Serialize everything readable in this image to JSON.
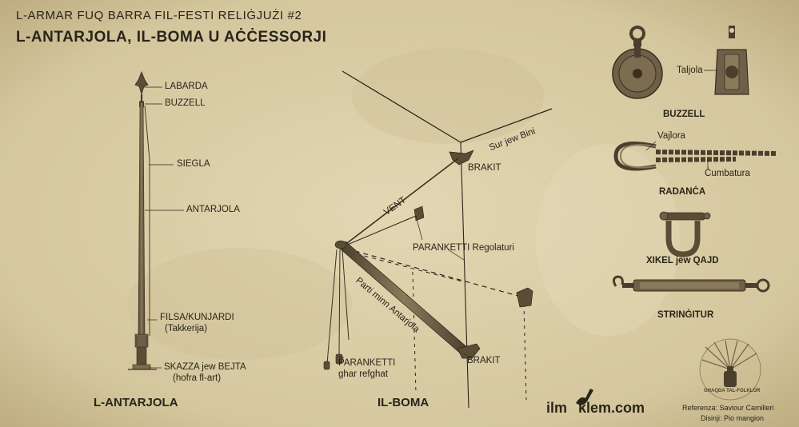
{
  "header": {
    "series": "L-ARMAR FUQ BARRA FIL-FESTI RELIĠJUŻI #2",
    "title": "L-ANTARJOLA, IL-BOMA U AĊĊESSORJI"
  },
  "antarjola": {
    "labels": {
      "labarda": "LABARDA",
      "buzzell": "BUZZELL",
      "siegla": "SIEGLA",
      "antarjola": "ANTARJOLA",
      "filsa_1": "FILSA/KUNJARDI",
      "filsa_2": "(Takkerija)",
      "skazza_1": "SKAZZA jew BEJTA",
      "skazza_2": "(hofra fl-art)"
    },
    "caption": "L-ANTARJOLA"
  },
  "boma": {
    "labels": {
      "sur": "Sur jew Bini",
      "brakit_top": "BRAKIT",
      "vent": "VENT",
      "paranketti_reg": "PARANKETTI Regolaturi",
      "parti": "Parti minn Antarjola",
      "paranketti_1": "PARANKETTI",
      "paranketti_2": "ghar refghat",
      "brakit_bottom": "BRAKIT"
    },
    "caption": "IL-BOMA"
  },
  "accessories": {
    "taljola": "Taljola",
    "buzzell": "BUZZELL",
    "vajlora": "Vajlora",
    "cumbatura": "Ċumbatura",
    "radanca": "RADANĊA",
    "xikel": "XIKEL jew QAJD",
    "stringitur": "STRINĠITUR"
  },
  "footer": {
    "site_a": "ilm",
    "site_b": "klem.com",
    "referenza": "Referenza: Saviour Camilleri",
    "disinji": "Disinji: Pio mangion",
    "logo_text": "GHAQDA TAL-FOLKLOR"
  },
  "colors": {
    "paper": "#d9cda6",
    "ink": "#2a2418",
    "wood": "#6e6048",
    "wood_dark": "#4a3f2c"
  }
}
